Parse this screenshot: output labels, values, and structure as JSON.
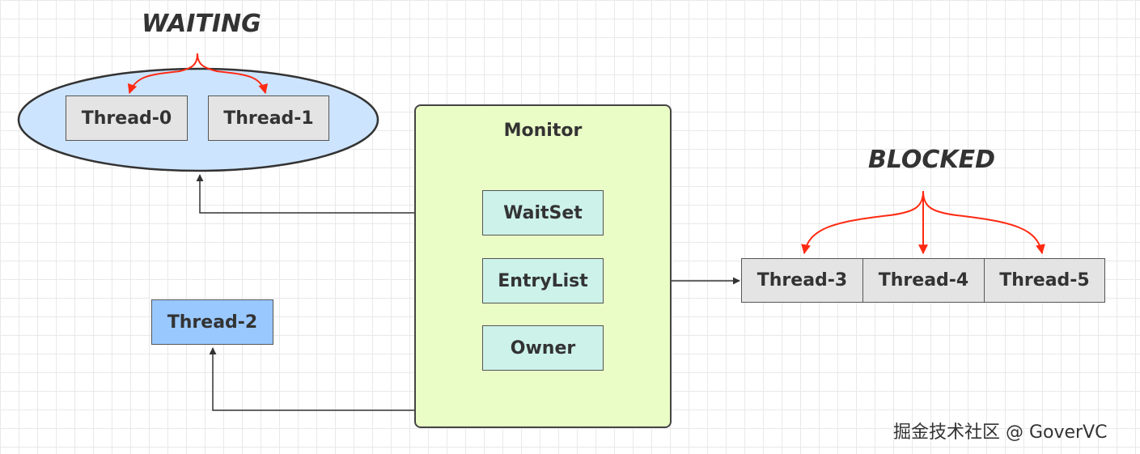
{
  "labels": {
    "waiting": "WAITING",
    "blocked": "BLOCKED",
    "monitor": "Monitor",
    "watermark": "掘金技术社区 @ GoverVC"
  },
  "monitor_slots": {
    "waitset": "WaitSet",
    "entrylist": "EntryList",
    "owner": "Owner"
  },
  "threads": {
    "t0": "Thread-0",
    "t1": "Thread-1",
    "t2": "Thread-2",
    "t3": "Thread-3",
    "t4": "Thread-4",
    "t5": "Thread-5"
  },
  "colors": {
    "wait_ellipse": "#cde4ff",
    "monitor_bg": "#eafdc6",
    "slot_bg": "#cdf2ea",
    "thread_bg": "#e4e4e4",
    "owner_thread_bg": "#99c8ff",
    "state_arrow": "#ff2a12",
    "connector": "#333333"
  }
}
